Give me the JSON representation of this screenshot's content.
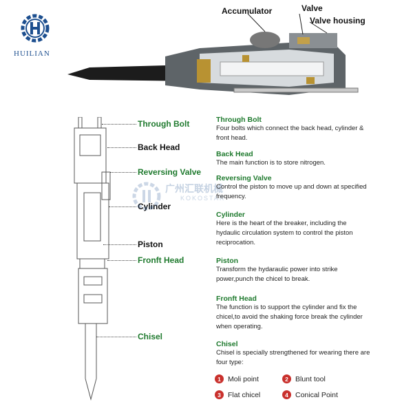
{
  "brand": {
    "name": "HUILIAN"
  },
  "top_callouts": {
    "accumulator": "Accumulator",
    "valve": "Valve",
    "valve_housing": "Valve housing"
  },
  "left_labels": {
    "through_bolt": "Through Bolt",
    "back_head": "Back Head",
    "reversing_valve": "Reversing Valve",
    "cylinder": "Cylinder",
    "piston": "Piston",
    "front_head": "Fronft Head",
    "chisel": "Chisel"
  },
  "sections": [
    {
      "title": "Through Bolt",
      "body": "Four bolts which connect the back head, cylinder & front head."
    },
    {
      "title": "Back Head",
      "body": "The main function is to store nitrogen."
    },
    {
      "title": "Reversing Valve",
      "body": "Control the piston to move up and down at specified frequency."
    },
    {
      "title": "Cylinder",
      "body": "Here is the heart of the breaker, including the hydaulic circulation system to control the piston reciprocation."
    },
    {
      "title": "Piston",
      "body": "Transform the hydaraulic power into strike power,punch the chicel to break."
    },
    {
      "title": "Fronft Head",
      "body": "The function is to support the cylinder and fix the chicel,to avoid the shaking force break the cylinder when operating."
    },
    {
      "title": "Chisel",
      "body": "Chisel is specially strengthened for wearing there are four type:"
    }
  ],
  "chisel_types": [
    {
      "num": "1",
      "label": "Moli point"
    },
    {
      "num": "2",
      "label": "Blunt tool"
    },
    {
      "num": "3",
      "label": "Flat chicel"
    },
    {
      "num": "4",
      "label": "Conical Point"
    }
  ],
  "watermark": {
    "cn": "广州汇联机械",
    "en": "KOKOSTAR"
  },
  "colors": {
    "brand_blue": "#1d4f8f",
    "title_green": "#1f7a2e",
    "number_red": "#c9302c"
  }
}
